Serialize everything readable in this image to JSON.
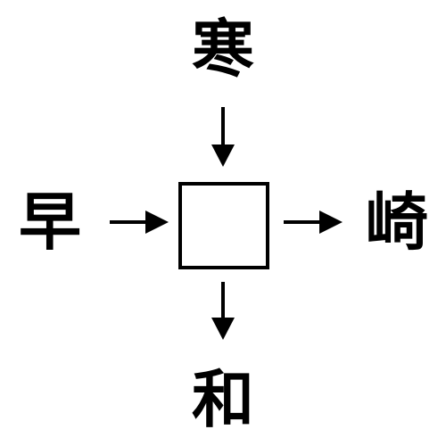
{
  "puzzle": {
    "top_char": "寒",
    "left_char": "早",
    "right_char": "崎",
    "bottom_char": "和",
    "answer": ""
  },
  "colors": {
    "ink": "#000000",
    "background": "#ffffff"
  },
  "icons": {
    "arrow_top": "arrow-down-icon",
    "arrow_left": "arrow-right-icon",
    "arrow_right": "arrow-right-icon",
    "arrow_bottom": "arrow-down-icon"
  }
}
